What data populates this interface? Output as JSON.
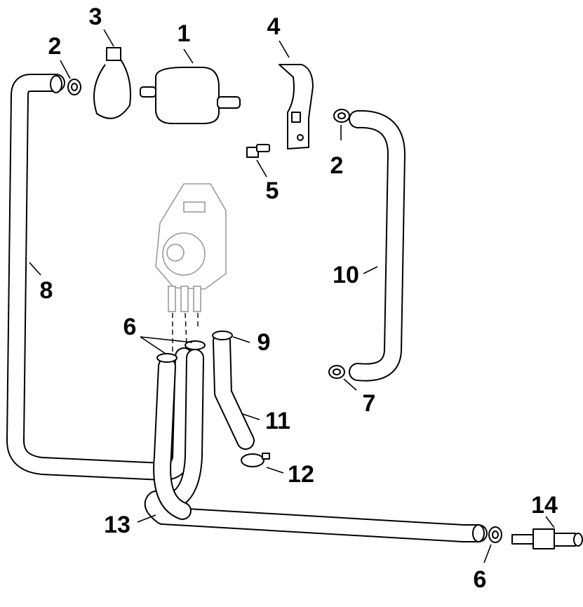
{
  "callouts": [
    {
      "id": "c1",
      "label": "1"
    },
    {
      "id": "c2a",
      "label": "2"
    },
    {
      "id": "c2b",
      "label": "2"
    },
    {
      "id": "c3",
      "label": "3"
    },
    {
      "id": "c4",
      "label": "4"
    },
    {
      "id": "c5",
      "label": "5"
    },
    {
      "id": "c6a",
      "label": "6"
    },
    {
      "id": "c6b",
      "label": "6"
    },
    {
      "id": "c7",
      "label": "7"
    },
    {
      "id": "c8",
      "label": "8"
    },
    {
      "id": "c9",
      "label": "9"
    },
    {
      "id": "c10",
      "label": "10"
    },
    {
      "id": "c11",
      "label": "11"
    },
    {
      "id": "c12",
      "label": "12"
    },
    {
      "id": "c13",
      "label": "13"
    },
    {
      "id": "c14",
      "label": "14"
    }
  ],
  "colors": {
    "line": "#000000",
    "ghost": "#9a9a9a",
    "background": "#ffffff"
  }
}
